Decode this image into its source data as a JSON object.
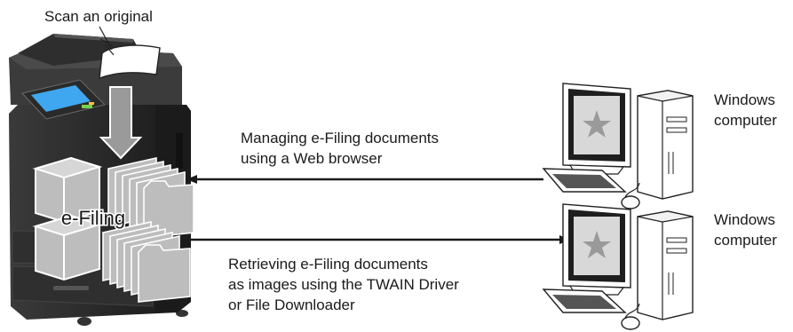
{
  "labels": {
    "scan": "Scan an original",
    "efiling": "e-Filing",
    "manage_line1": "Managing e-Filing documents",
    "manage_line2": "using a Web browser",
    "retrieve_line1": "Retrieving e-Filing documents",
    "retrieve_line2": "as images using the TWAIN Driver",
    "retrieve_line3": "or File Downloader",
    "win1_line1": "Windows",
    "win1_line2": "computer",
    "win2_line1": "Windows",
    "win2_line2": "computer"
  },
  "arrows": {
    "browser": "computer-to-mfp",
    "twain": "mfp-to-computer"
  },
  "icons": {
    "mfp": "mfp-icon",
    "efiling_box": "efiling-box-icon",
    "folders": "folder-stack-icon",
    "computer": "desktop-computer-icon"
  },
  "colors": {
    "mfp_dark": "#2b2b2b",
    "mfp_mid": "#555555",
    "mfp_light": "#8a8a8a",
    "efiling_fill": "#bdbdbd",
    "arrow": "#1a1a1a",
    "scan_arrow": "#9a9a9a",
    "screen": "#1e1e1e",
    "wallpaper": "#d8d8d8",
    "panel_accent": "#3fa7f0"
  }
}
